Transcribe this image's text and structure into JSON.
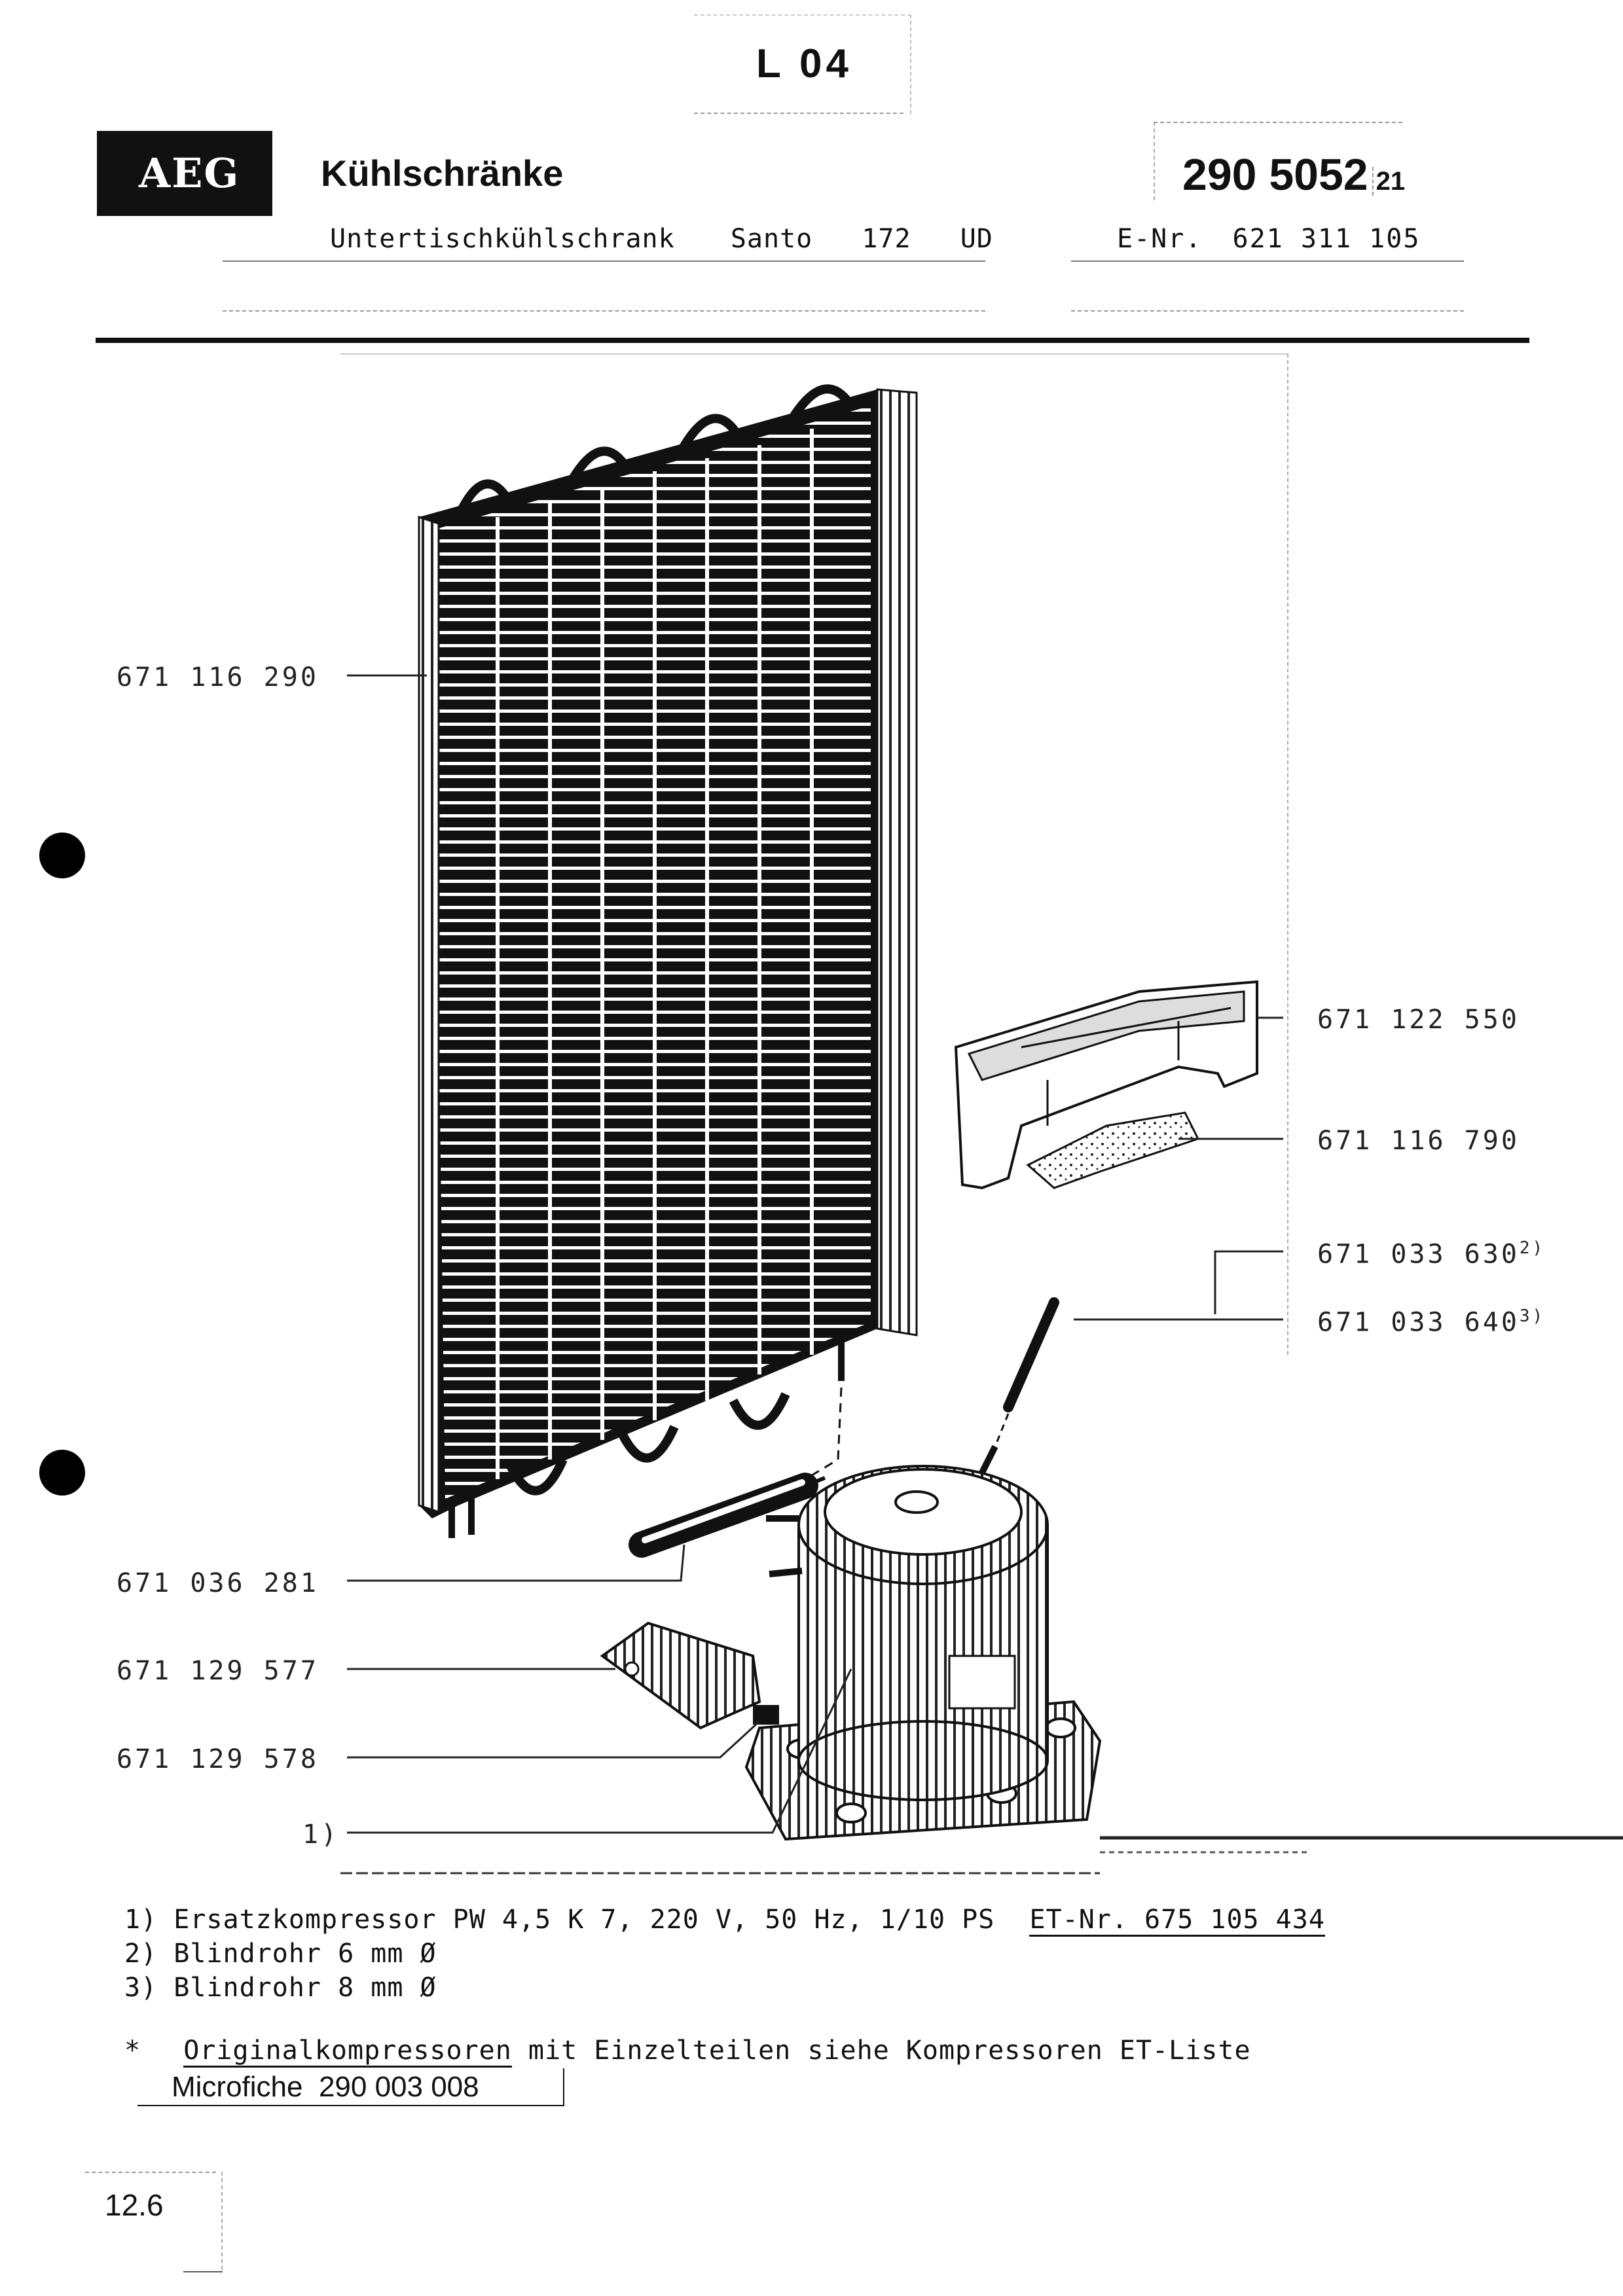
{
  "header": {
    "sheet_code": "L 04",
    "brand": "AEG",
    "category": "Kühlschränke",
    "doc_number": "290 5052",
    "doc_suffix": "21",
    "model_label": "Untertischkühlschrank",
    "model_name": "Santo",
    "model_number": "172",
    "model_variant": "UD",
    "e_nr_label": "E-Nr.",
    "e_nr_value": "621 311 105"
  },
  "parts": [
    {
      "number": "671 116 290",
      "sup": ""
    },
    {
      "number": "671 122 550",
      "sup": ""
    },
    {
      "number": "671 116 790",
      "sup": ""
    },
    {
      "number": "671 033 630",
      "sup": "2)"
    },
    {
      "number": "671 033 640",
      "sup": "3)"
    },
    {
      "number": "671 036 281",
      "sup": ""
    },
    {
      "number": "671 129 577",
      "sup": ""
    },
    {
      "number": "671 129 578",
      "sup": ""
    },
    {
      "number": "1)",
      "sup": ""
    }
  ],
  "notes": {
    "note1_text": "1) Ersatzkompressor PW 4,5 K 7, 220 V, 50 Hz, 1/10 PS",
    "note1_et": "ET-Nr. 675 105 434",
    "note2": "2) Blindrohr 6 mm Ø",
    "note3": "3) Blindrohr 8 mm Ø",
    "star": "*",
    "orig_underlined": "Originalkompressoren",
    "orig_rest": "mit Einzelteilen siehe Kompressoren ET-Liste",
    "microfiche": "Microfiche  290 003 008"
  },
  "footer": {
    "page_number": "12.6"
  },
  "colors": {
    "ink": "#111111",
    "brand_bg": "#111111",
    "brand_fg": "#ffffff"
  },
  "icons": [
    "condenser-illustration",
    "tray-illustration",
    "filter-pad-illustration",
    "drier-illustration",
    "compressor-illustration",
    "punch-hole"
  ]
}
